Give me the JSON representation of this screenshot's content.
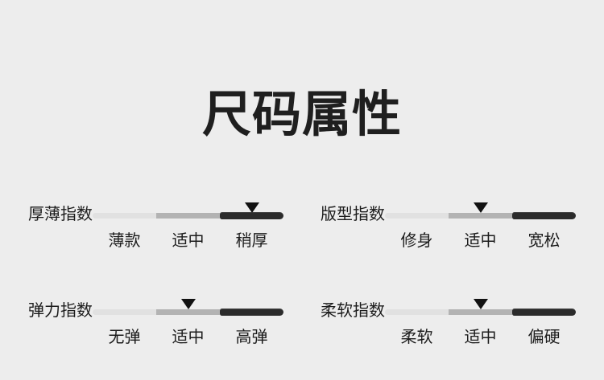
{
  "page": {
    "title": "尺码属性"
  },
  "colors": {
    "background": "#ededed",
    "title": "#1f1f1f",
    "text": "#1c1c1c",
    "segment_light": "#e1e1e1",
    "segment_medium": "#b3b3b3",
    "segment_dark": "#2b2b2b",
    "marker": "#111111"
  },
  "indicators": [
    {
      "name": "厚薄指数",
      "levels": [
        "薄款",
        "适中",
        "稍厚"
      ],
      "selected": "稍厚",
      "selected_index": 2
    },
    {
      "name": "版型指数",
      "levels": [
        "修身",
        "适中",
        "宽松"
      ],
      "selected": "适中",
      "selected_index": 1
    },
    {
      "name": "弹力指数",
      "levels": [
        "无弹",
        "适中",
        "高弹"
      ],
      "selected": "适中",
      "selected_index": 1
    },
    {
      "name": "柔软指数",
      "levels": [
        "柔软",
        "适中",
        "偏硬"
      ],
      "selected": "适中",
      "selected_index": 1
    }
  ]
}
